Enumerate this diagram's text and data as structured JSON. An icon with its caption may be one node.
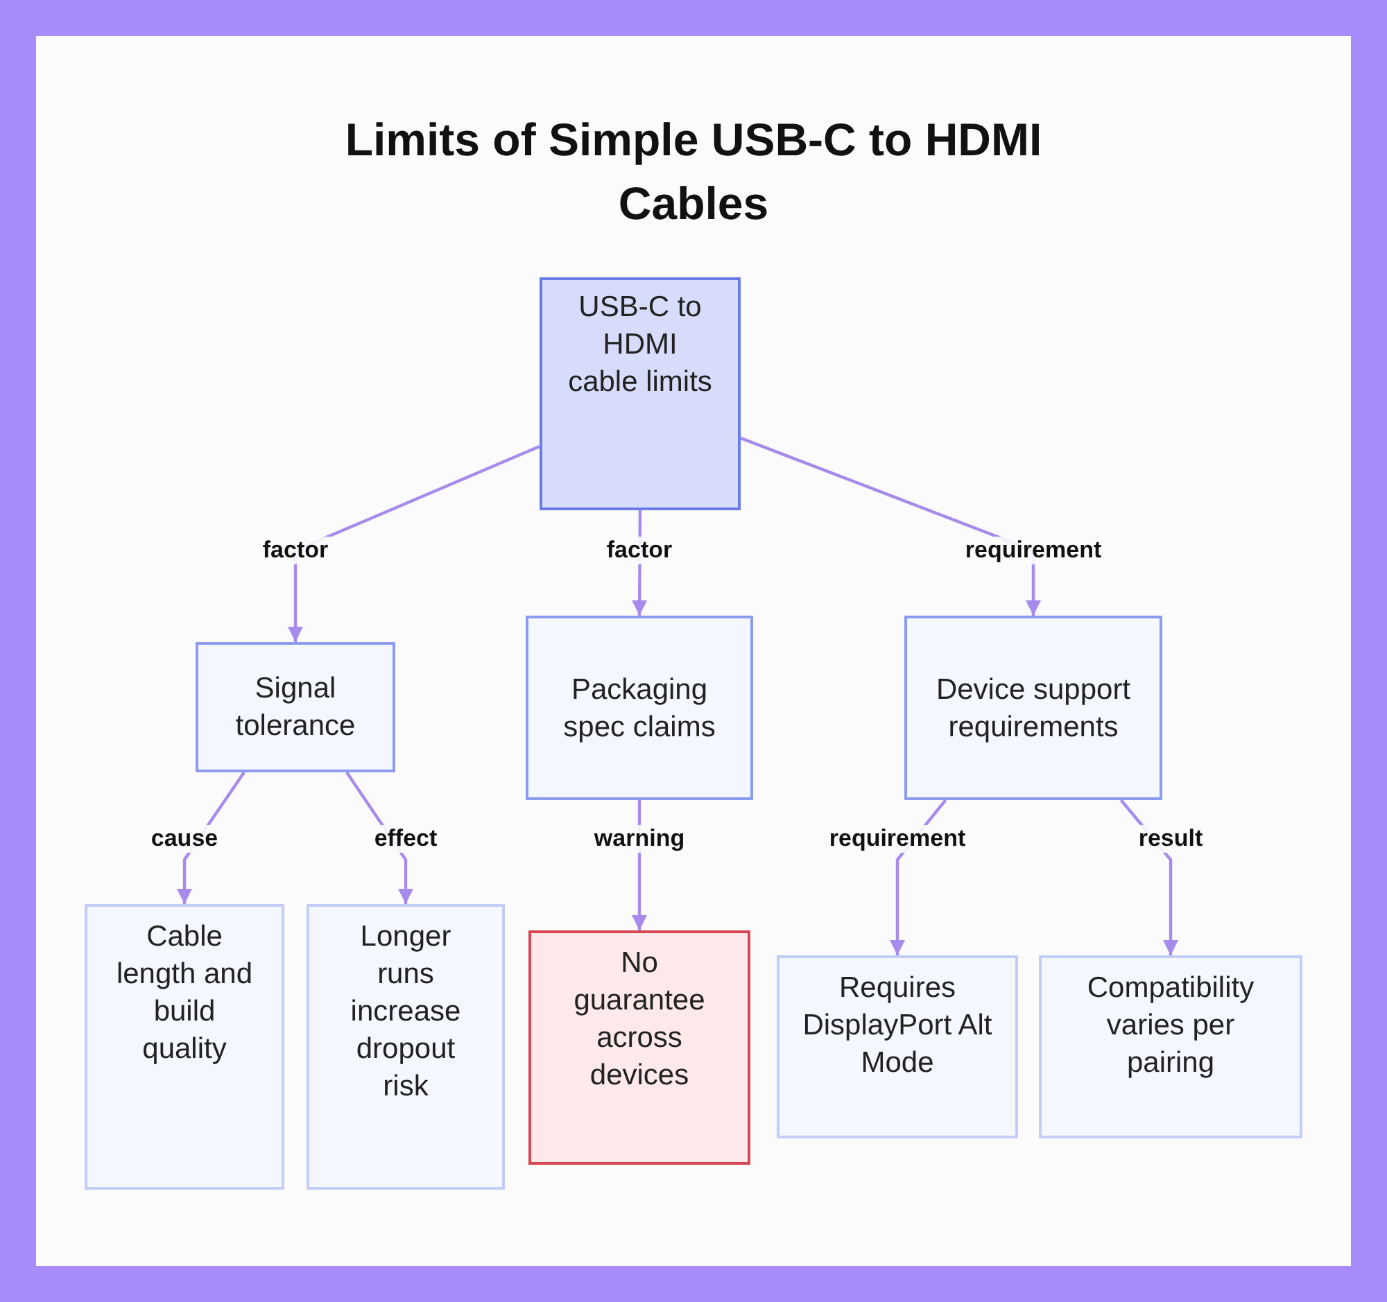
{
  "diagram": {
    "title": "Limits of Simple USB-C to HDMI Cables",
    "nodes": [
      {
        "text": [
          "USB-C to HDMI cable limits"
        ]
      },
      {
        "text": [
          "Signal tolerance"
        ]
      },
      {
        "text": [
          "Packaging spec claims"
        ]
      },
      {
        "text": [
          "Device support requirements"
        ]
      },
      {
        "text": [
          "Cable length and build quality"
        ]
      },
      {
        "text": [
          "Longer runs increase dropout risk"
        ]
      },
      {
        "text": [
          "No guarantee across devices"
        ]
      },
      {
        "text": [
          "Requires DisplayPort Alt Mode"
        ]
      },
      {
        "text": [
          "Compatibility varies per pairing"
        ]
      }
    ],
    "edges": [
      {
        "from": 0,
        "to": 1,
        "arrow": "to",
        "label": "factor"
      },
      {
        "from": 0,
        "to": 2,
        "arrow": "to",
        "label": "factor"
      },
      {
        "from": 0,
        "to": 3,
        "arrow": "to",
        "label": "requirement"
      },
      {
        "from": 1,
        "to": 4,
        "arrow": "to",
        "label": "cause"
      },
      {
        "from": 1,
        "to": 5,
        "arrow": "to",
        "label": "effect"
      },
      {
        "from": 2,
        "to": 6,
        "arrow": "to",
        "label": "warning"
      },
      {
        "from": 3,
        "to": 7,
        "arrow": "to",
        "label": "requirement"
      },
      {
        "from": 3,
        "to": 8,
        "arrow": "to",
        "label": "result"
      }
    ]
  }
}
